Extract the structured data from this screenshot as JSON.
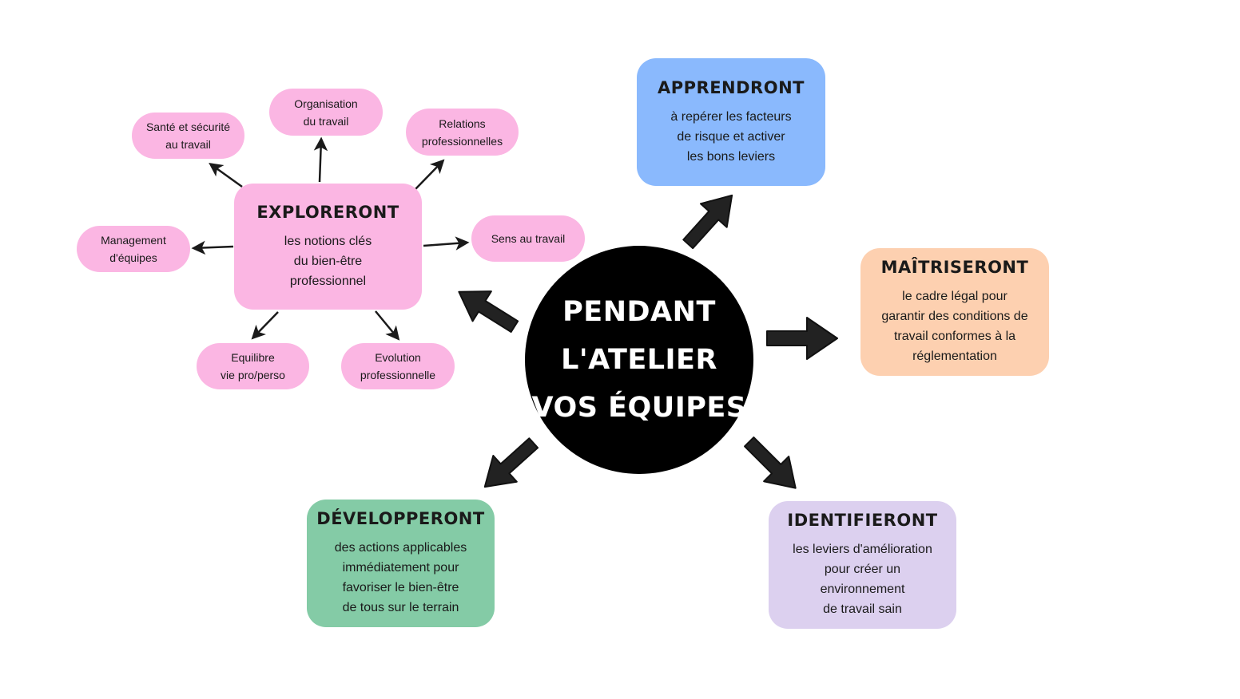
{
  "center": {
    "text": "PENDANT\nL'ATELIER\nVOS ÉQUIPES"
  },
  "cards": {
    "explore": {
      "title": "EXPLORERONT",
      "body": "les notions clés\ndu bien-être\nprofessionnel",
      "color": "#fbb6e3"
    },
    "learn": {
      "title": "APPRENDRONT",
      "body": "à repérer les facteurs\nde risque et activer\nles bons leviers",
      "color": "#8ab9fd"
    },
    "master": {
      "title": "MAÎTRISERONT",
      "body": "le cadre légal pour\ngarantir des conditions de\ntravail conformes à la\nréglementation",
      "color": "#fdd0b0"
    },
    "identify": {
      "title": "IDENTIFIERONT",
      "body": "les leviers d'amélioration\npour créer un\nenvironnement\nde travail sain",
      "color": "#dcd0ef"
    },
    "develop": {
      "title": "DÉVELOPPERONT",
      "body": "des actions applicables\nimmédiatement pour\nfavoriser le bien-être\nde tous sur le terrain",
      "color": "#84cba6"
    }
  },
  "explore_topics": {
    "color": "#fbb6e3",
    "health": "Santé et sécurité\nau travail",
    "organisation": "Organisation\ndu travail",
    "relations": "Relations\nprofessionnelles",
    "management": "Management\nd'équipes",
    "meaning": "Sens au travail",
    "balance": "Equilibre\nvie pro/perso",
    "evolution": "Evolution\nprofessionnelle"
  },
  "colors": {
    "center_bg": "#000000",
    "center_text": "#ffffff",
    "arrow": "#1a1a1a"
  }
}
